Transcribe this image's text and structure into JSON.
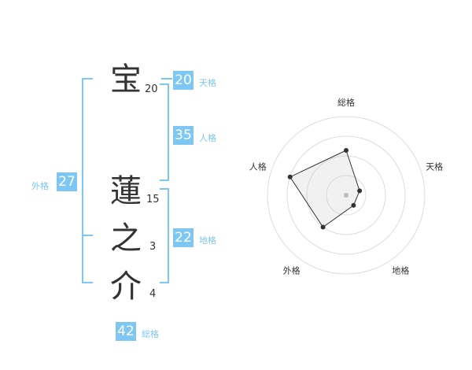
{
  "characters": [
    {
      "char": "宝",
      "strokes": "20"
    },
    {
      "char": "蓮",
      "strokes": "15"
    },
    {
      "char": "之",
      "strokes": "3"
    },
    {
      "char": "介",
      "strokes": "4"
    }
  ],
  "fortunes": {
    "tenkaku": {
      "value": "20",
      "label": "天格"
    },
    "jinkaku": {
      "value": "35",
      "label": "人格"
    },
    "chikaku": {
      "value": "22",
      "label": "地格"
    },
    "gaikaku": {
      "value": "27",
      "label": "外格"
    },
    "soukaku": {
      "value": "42",
      "label": "総格"
    }
  },
  "colors": {
    "accent": "#7ec7f2",
    "text": "#333333"
  },
  "chart_data": {
    "type": "radar",
    "axes": [
      "総格",
      "天格",
      "地格",
      "外格",
      "人格"
    ],
    "values": [
      0.57,
      0.18,
      0.16,
      0.5,
      0.75
    ],
    "range": [
      0,
      1
    ],
    "rings": 4
  }
}
